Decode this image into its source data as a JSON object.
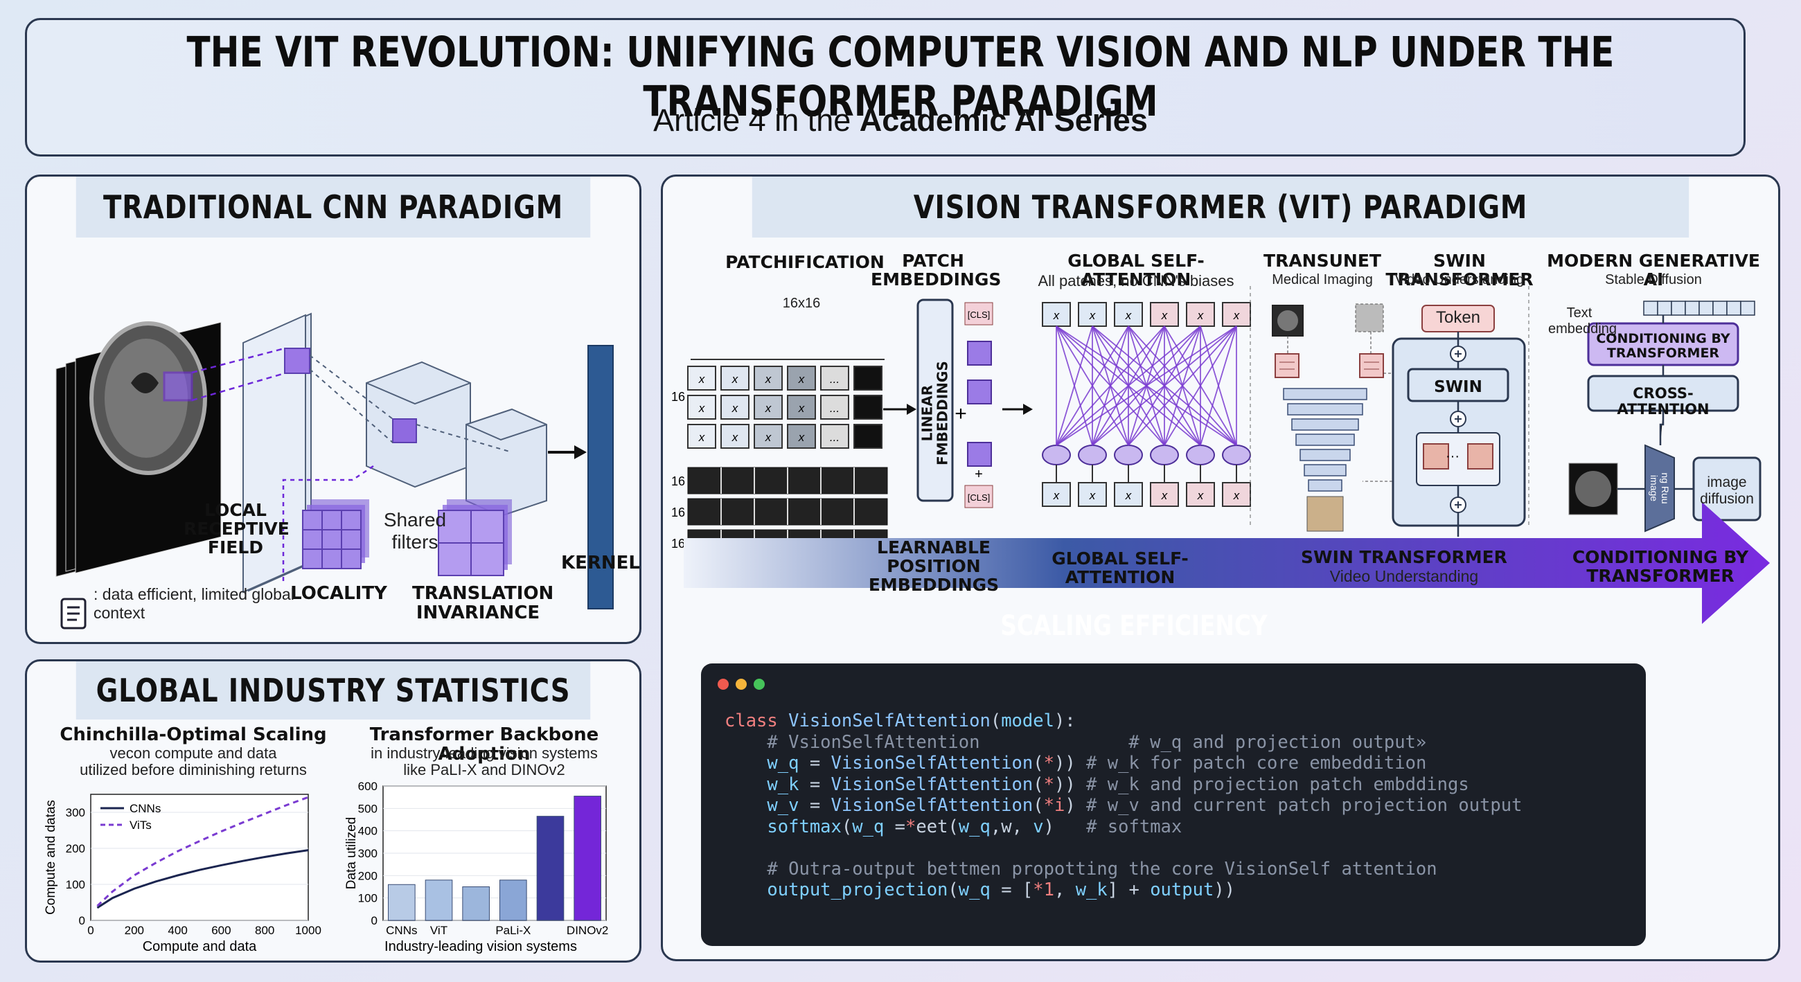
{
  "header": {
    "title": "THE VIT REVOLUTION: UNIFYING COMPUTER VISION AND NLP UNDER THE TRANSFORMER PARADIGM",
    "subtitle_prefix": "Article 4 in the ",
    "subtitle_bold": "Academic AI Series"
  },
  "cnn": {
    "heading": "TRADITIONAL CNN PARADIGM",
    "local_receptive_field": "LOCAL RECEPTIVE FIELD",
    "shared_filters": "Shared filters",
    "kernel": "KERNEL",
    "locality": "LOCALITY",
    "translation_invariance": "TRANSLATION INVARIANCE",
    "note": ": data efficient, limited global context"
  },
  "vit": {
    "heading": "VISION TRANSFORMER (VIT) PARADIGM",
    "patchification": "PATCHIFICATION",
    "patch_size": "16x16",
    "dim_16": "16",
    "patch_embeddings": "PATCH EMBEDDINGS",
    "linear_embeddings": "LINEAR FMBEDDINGS",
    "cls": "[CLS]",
    "plus": "+",
    "learnable_position": "LEARNABLE POSITION EMBEDDINGS",
    "global_sa_title": "GLOBAL SELF-ATTENTION",
    "global_sa_sub": "All patches, no CNN's biases",
    "global_sa_bottom": "GLOBAL SELF-ATTENTION",
    "transunet": "TRANSUNET",
    "transunet_sub": "Medical Imaging",
    "swin_title": "SWIN TRANSFORMER",
    "swin_sub": "Video Understanding",
    "token": "Token",
    "swin": "SWIN",
    "swin_bottom": "SWIN TRANSFORMER",
    "swin_bottom_sub": "Video Understanding",
    "genai_title": "MODERN GENERATIVE AI",
    "genai_sub": "Stable Diffusion",
    "text_embedding": "Text embedding",
    "conditioning_box": "CONDITIONING BY TRANSFORMER",
    "cross_attention": "CROSS-ATTENTION",
    "image_diffusion": "image diffusion",
    "encoder_text": "ng Ruu image",
    "conditioning_bottom": "CONDITIONING BY TRANSFORMER",
    "scaling": "SCALING EFFICIENCY"
  },
  "code": {
    "lines": [
      [
        "kw:class ",
        "fn:VisionSelfAttention",
        "tx:(",
        "nm:model",
        "tx:):"
      ],
      [
        "tx:    ",
        "cm:# VsionSelfAttention              # w_q and projection output»"
      ],
      [
        "tx:    ",
        "nm:w_q",
        "tx: = ",
        "fn:VisionSelfAttention",
        "tx:(",
        "kw:*",
        "tx:)) ",
        "cm:# w_k for patch core embeddition"
      ],
      [
        "tx:    ",
        "nm:w_k",
        "tx: = ",
        "fn:VisionSelfAttention",
        "tx:(",
        "kw:*",
        "tx:)) ",
        "cm:# w_k and projection patch embddings"
      ],
      [
        "tx:    ",
        "nm:w_v",
        "tx: = ",
        "fn:VisionSelfAttention",
        "tx:(",
        "kw:*i",
        "tx:) ",
        "cm:# w_v and current patch projection output"
      ],
      [
        "tx:    ",
        "nm:softmax",
        "tx:(",
        "nm:w_q",
        "tx: =",
        "kw:*",
        "tx:eet(",
        "nm:w_q",
        "tx:,w, ",
        "nm:v",
        "tx:)   ",
        "cm:# softmax"
      ],
      [
        "tx: "
      ],
      [
        "tx:    ",
        "cm:# Outra-output bettmen propotting the core VisionSelf attention"
      ],
      [
        "tx:    ",
        "nm:output_projection",
        "tx:(",
        "nm:w_q",
        "tx: = [",
        "kw:*1",
        "tx:, ",
        "nm:w_k",
        "tx:] + ",
        "nm:output",
        "tx:))"
      ]
    ]
  },
  "stats": {
    "heading": "GLOBAL INDUSTRY STATISTICS",
    "left_title": "Chinchilla-Optimal Scaling",
    "left_sub1": "vecon compute and data",
    "left_sub2": "utilized before diminishing returns",
    "right_title": "Transformer Backbone Adoption",
    "right_sub1": "in industry-leading vision systems",
    "right_sub2": "like PaLI-X and DINOv2"
  },
  "chart_data": [
    {
      "type": "line",
      "xlabel": "Compute and data",
      "ylabel": "Compute and datas",
      "xlim": [
        0,
        1000
      ],
      "ylim": [
        0,
        350
      ],
      "xticks": [
        0,
        200,
        400,
        600,
        800,
        1000
      ],
      "yticks": [
        0,
        100,
        200,
        300
      ],
      "legend": "top-left",
      "series": [
        {
          "name": "CNNs",
          "color": "#1b2550",
          "x": [
            30,
            100,
            200,
            300,
            400,
            500,
            600,
            700,
            800,
            900,
            1000
          ],
          "y": [
            35,
            62,
            88,
            108,
            125,
            140,
            153,
            165,
            176,
            186,
            195
          ]
        },
        {
          "name": "ViTs",
          "color": "#7a3bd1",
          "x": [
            30,
            100,
            200,
            300,
            400,
            500,
            600,
            700,
            800,
            900,
            1000
          ],
          "y": [
            40,
            80,
            125,
            160,
            192,
            220,
            247,
            272,
            296,
            320,
            342
          ]
        }
      ]
    },
    {
      "type": "bar",
      "xlabel": "Industry-leading vision systems",
      "ylabel": "Data utilized",
      "ylim": [
        0,
        600
      ],
      "yticks": [
        0,
        100,
        200,
        300,
        400,
        500,
        600
      ],
      "categories": [
        "CNNs",
        "ViT",
        "",
        "PaLi-X",
        "",
        "DINOv2"
      ],
      "values": [
        160,
        180,
        150,
        180,
        465,
        555
      ],
      "colors": [
        "#b8cbe6",
        "#a9c1e3",
        "#9cb6dc",
        "#8aa6d6",
        "#3c3a9c",
        "#7426d8"
      ]
    }
  ]
}
